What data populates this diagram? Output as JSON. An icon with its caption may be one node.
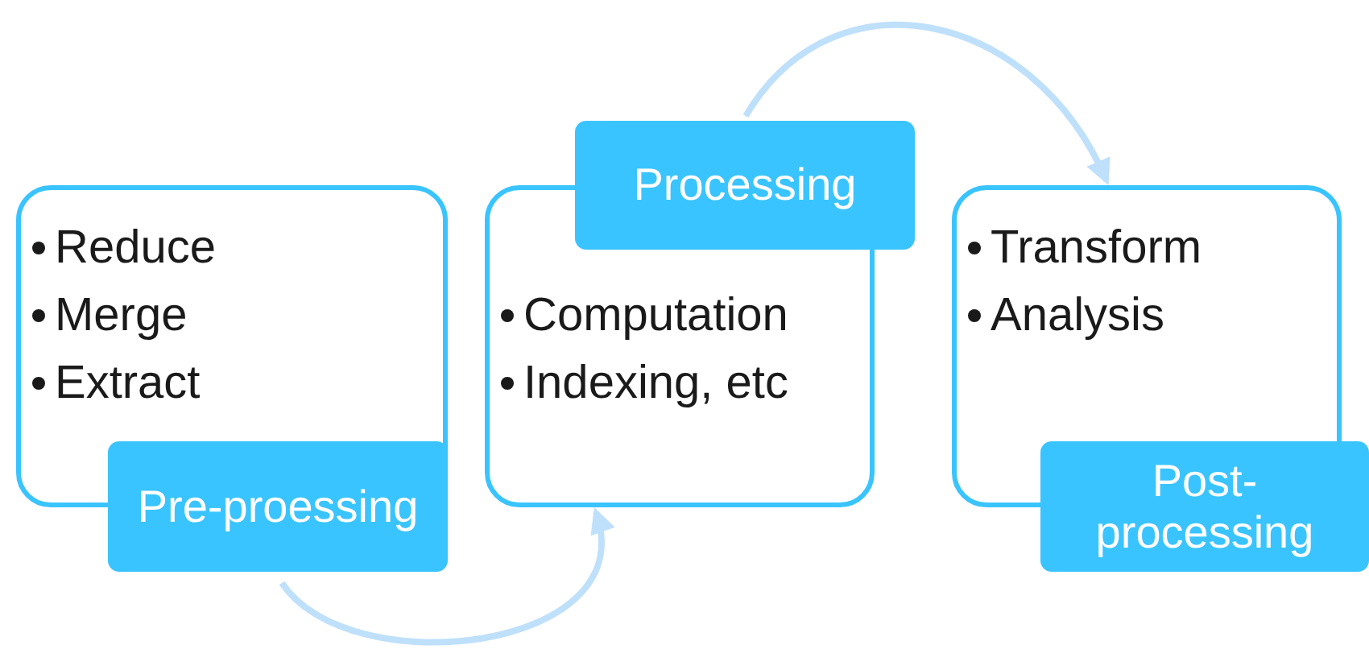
{
  "diagram": {
    "nodes": [
      {
        "text": [
          "Reduce",
          "Merge",
          "Extract"
        ]
      },
      {
        "text": [
          "Pre-proessing"
        ]
      },
      {
        "text": [
          "Processing"
        ]
      },
      {
        "text": [
          "Computation",
          "Indexing, etc"
        ]
      },
      {
        "text": [
          "Transform",
          "Analysis"
        ]
      },
      {
        "text": [
          "Post-processing"
        ]
      }
    ],
    "edges": [
      {
        "from": 1,
        "to": 3,
        "arrow": "to"
      },
      {
        "from": 2,
        "to": 4,
        "arrow": "to"
      }
    ]
  }
}
